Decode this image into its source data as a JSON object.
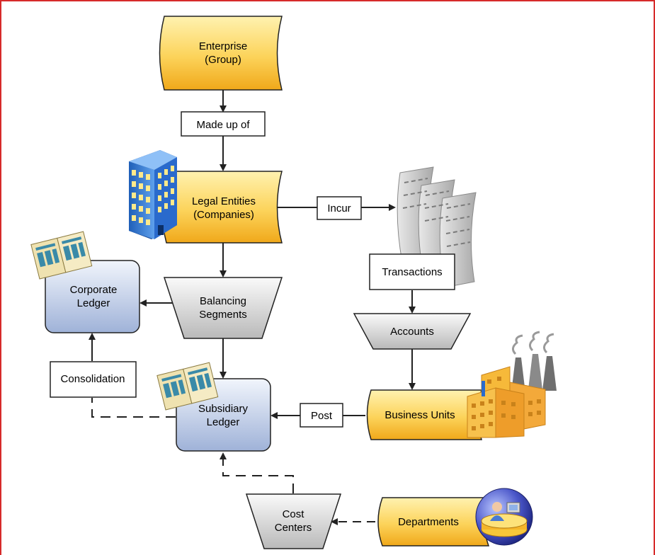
{
  "colors": {
    "frame": "#d62a2a",
    "gold_light": "#fde68a",
    "gold_dark": "#f0a81a",
    "blue_light": "#e2eaf7",
    "blue_dark": "#9fb2d8",
    "gray_light": "#f6f6f6",
    "gray_dark": "#bdbdbd",
    "stroke": "#222222"
  },
  "nodes": {
    "enterprise": [
      "Enterprise",
      "(Group)"
    ],
    "made_up_of": "Made up of",
    "legal_entities": [
      "Legal Entities",
      "(Companies)"
    ],
    "incur": "Incur",
    "transactions": "Transactions",
    "balancing_segments": [
      "Balancing",
      "Segments"
    ],
    "corporate_ledger": [
      "Corporate",
      "Ledger"
    ],
    "accounts": "Accounts",
    "consolidation": "Consolidation",
    "subsidiary_ledger": [
      "Subsidiary",
      "Ledger"
    ],
    "post": "Post",
    "business_units": "Business Units",
    "cost_centers": [
      "Cost",
      "Centers"
    ],
    "departments": "Departments"
  },
  "icons": [
    "office-building-icon",
    "transaction-documents-icon",
    "ledger-book-icon",
    "factory-icon",
    "department-people-icon"
  ]
}
